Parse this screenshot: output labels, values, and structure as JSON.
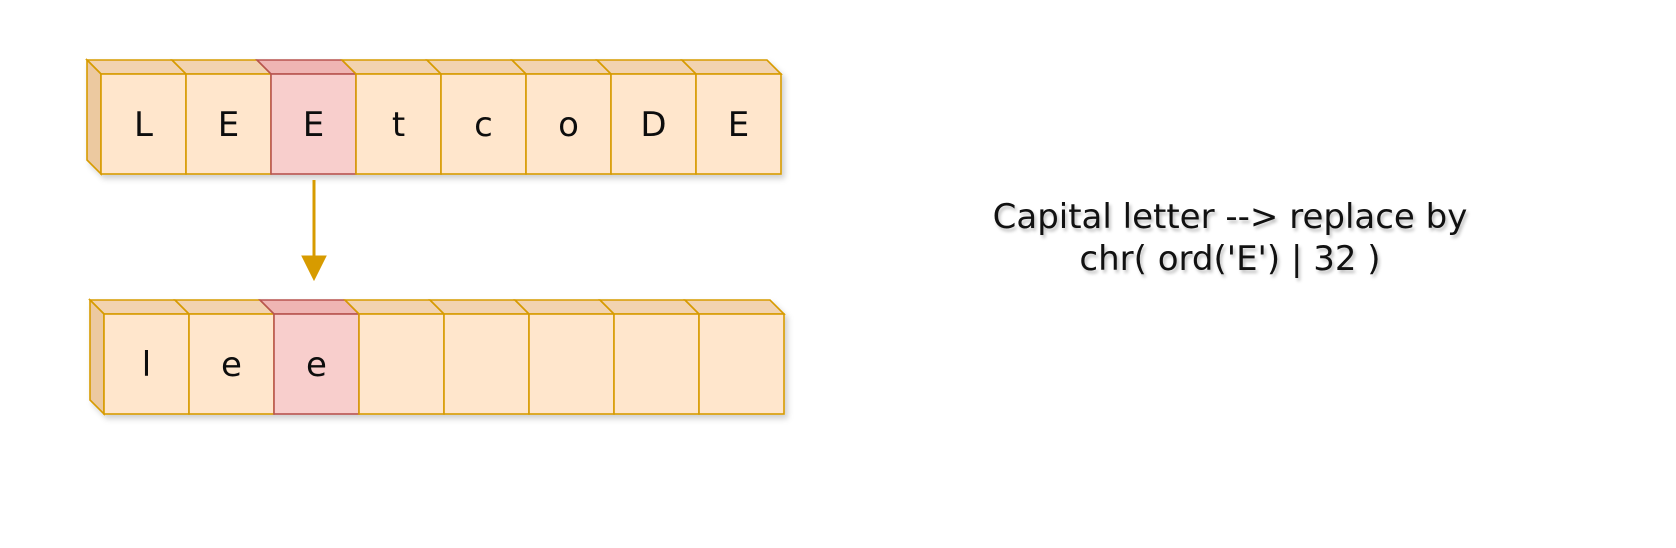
{
  "colors": {
    "cell_fill": "#ffe6cc",
    "cell_side": "#f2d3b0",
    "cell_stroke": "#d79b00",
    "highlight_fill": "#f8cecc",
    "highlight_side": "#efb5b3",
    "highlight_stroke": "#b85450",
    "arrow": "#d79b00",
    "text": "#111111"
  },
  "top_row": {
    "cells": [
      "L",
      "E",
      "E",
      "t",
      "c",
      "o",
      "D",
      "E"
    ],
    "highlight_index": 2
  },
  "bottom_row": {
    "cells": [
      "l",
      "e",
      "e",
      "",
      "",
      "",
      "",
      ""
    ],
    "highlight_index": 2
  },
  "caption": {
    "line1": "Capital letter --> replace by",
    "line2": "chr( ord('E') | 32 )"
  }
}
